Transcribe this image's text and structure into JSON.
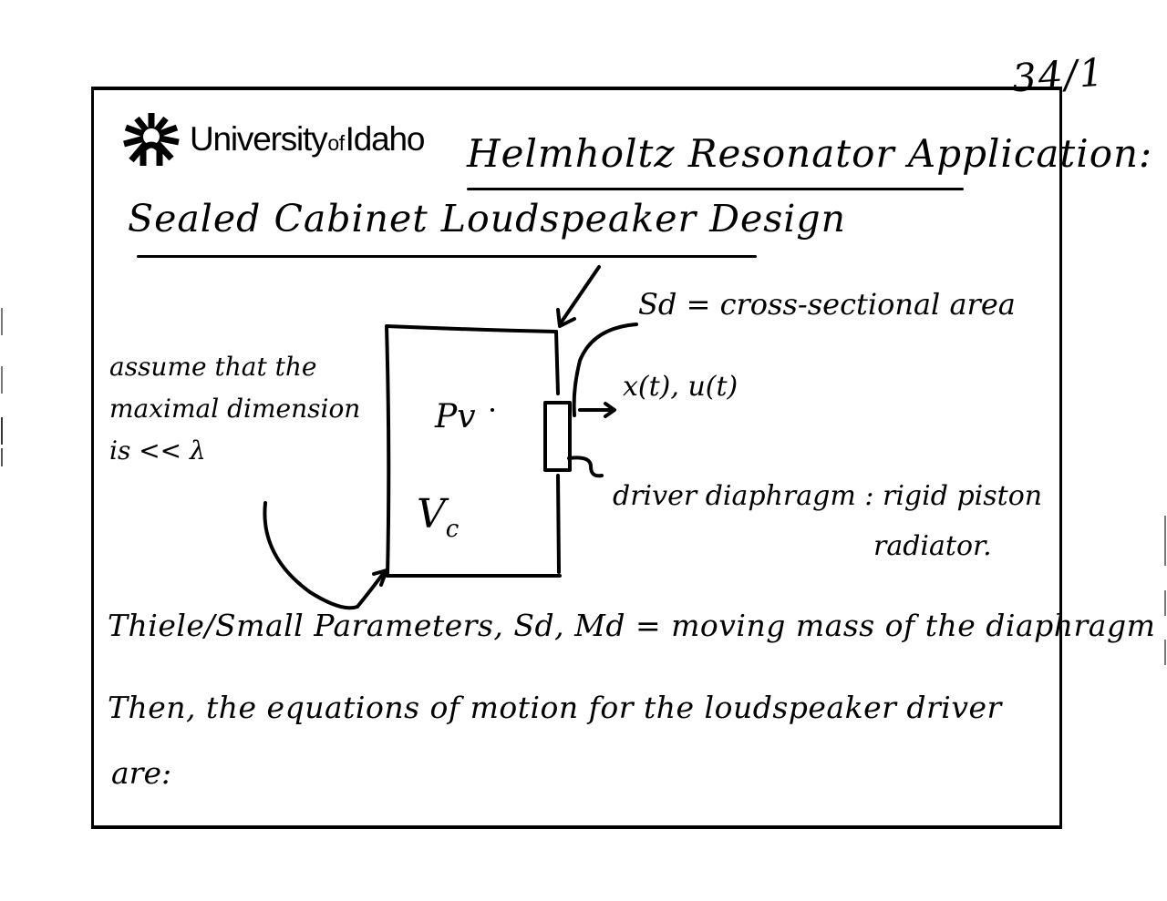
{
  "page": {
    "page_number": "34/1"
  },
  "header": {
    "logo": {
      "university": "University",
      "of": "of",
      "name": "Idaho"
    },
    "title_line_1": "Helmholtz Resonator Application:",
    "title_line_2": "Sealed Cabinet Loudspeaker Design"
  },
  "diagram": {
    "assumption_note": [
      "assume that the",
      "maximal dimension",
      "is << λ"
    ],
    "cabinet_labels": {
      "pressure": "Pv",
      "volume_main": "V",
      "volume_sub": "c"
    },
    "sd_label": "Sd = cross-sectional area",
    "motion_label": "x(t), u(t)",
    "driver_label": "driver diaphragm : rigid piston",
    "driver_label_cont": "radiator."
  },
  "body": {
    "params_line": "Thiele/Small Parameters, Sd, Md = moving mass of the diaphragm",
    "equations_line": "Then, the equations of motion for the loudspeaker driver",
    "equations_line_end": "are:"
  },
  "colors": {
    "ink": "#000000",
    "paper": "#ffffff"
  }
}
